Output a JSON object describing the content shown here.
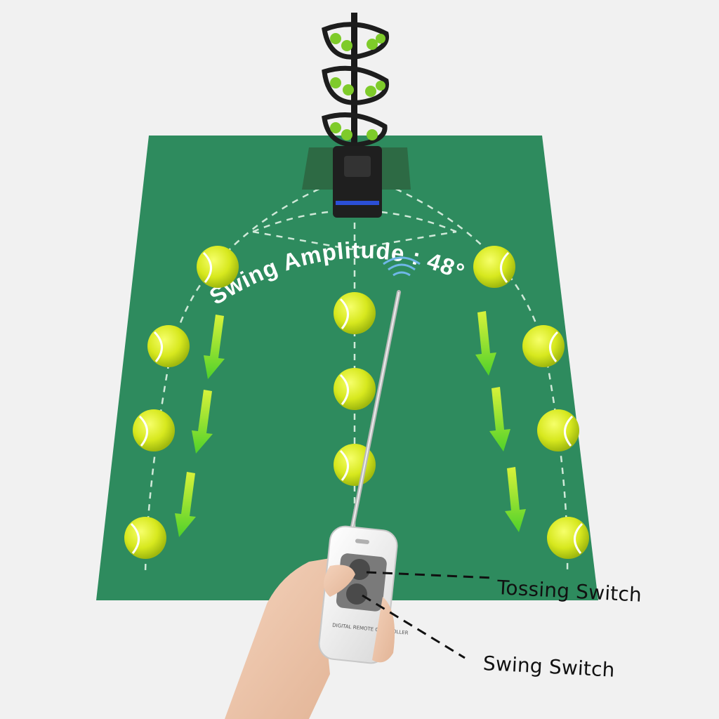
{
  "scene": {
    "amplitude_label": "Swing Amplitude : 48°",
    "remote_brand_text": "DIGITAL REMOTE CONTROLLER",
    "colors": {
      "background": "#f1f1f1",
      "court": "#2e8b5e",
      "court_line": "#cfe9d8",
      "ball": "#d7e81e",
      "arrow": "#9be52a",
      "machine": "#1f1f1f"
    }
  },
  "callouts": {
    "tossing_switch": "Tossing Switch",
    "swing_switch": "Swing Switch"
  }
}
